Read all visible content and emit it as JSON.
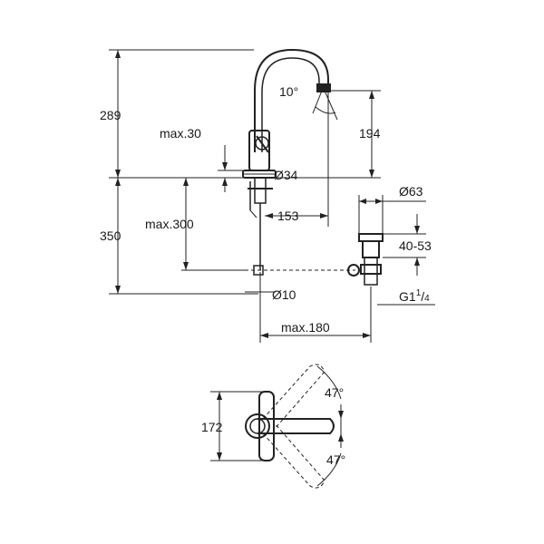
{
  "dimensions": {
    "height_total_upper": "289",
    "spout_height": "194",
    "spout_angle": "10°",
    "deck_thickness": "max.30",
    "base_diameter": "Ø34",
    "spout_reach": "153",
    "waste_diameter": "Ø63",
    "below_deck_total": "350",
    "rod_length": "max.300",
    "waste_range": "40-53",
    "rod_diameter": "Ø10",
    "thread_prefix": "G1",
    "thread_num": "1",
    "thread_den": "4",
    "max_distance": "max.180",
    "handle_length": "172",
    "handle_angle_top": "47°",
    "handle_angle_bottom": "47°"
  },
  "colors": {
    "line": "#222222",
    "background": "#ffffff"
  }
}
